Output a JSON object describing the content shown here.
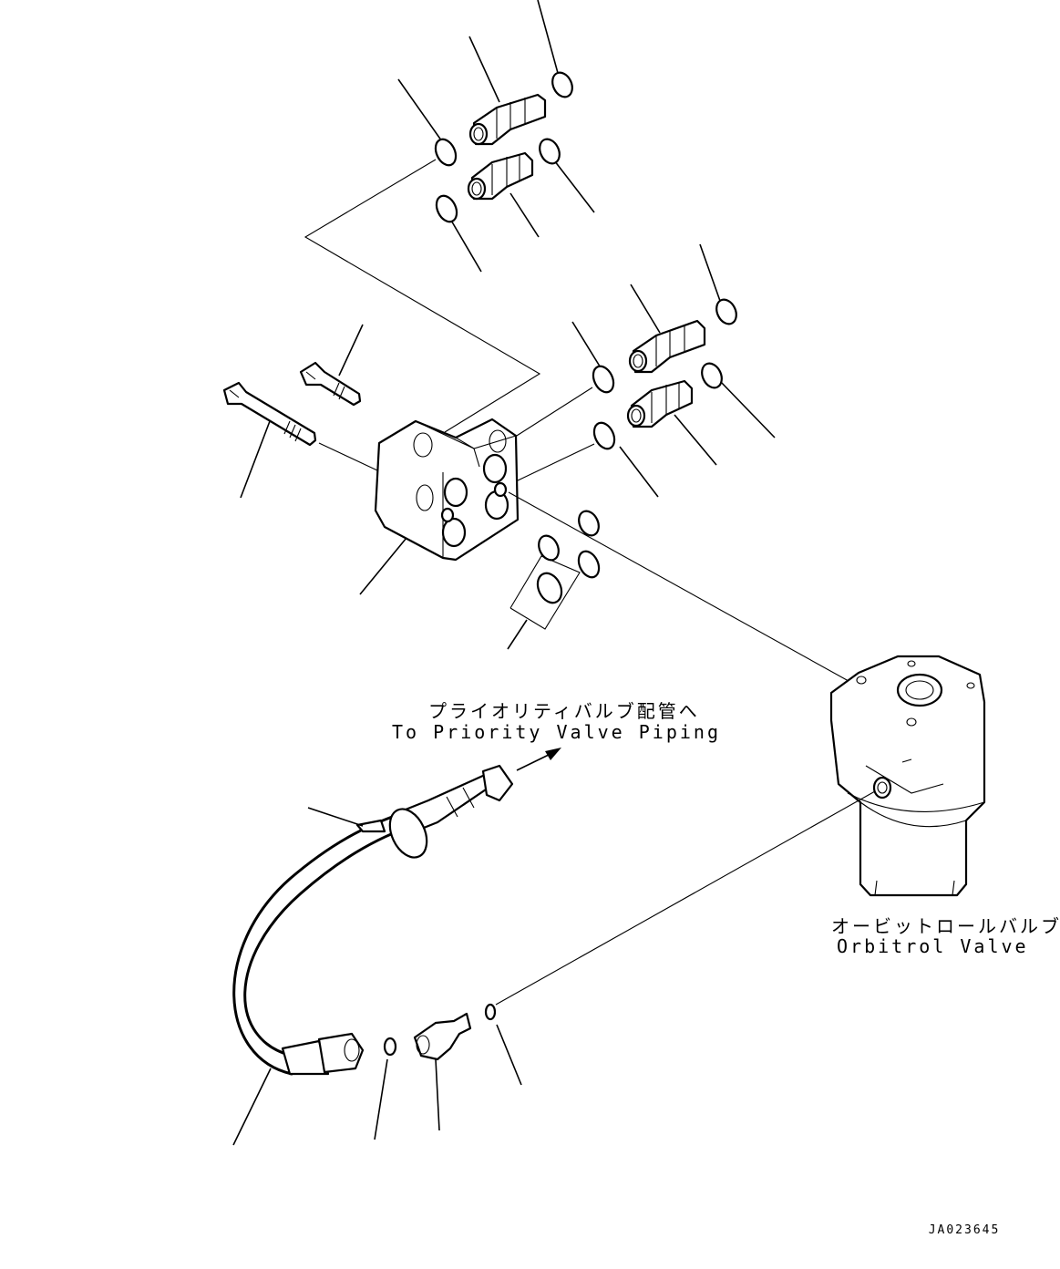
{
  "labels": {
    "priority_jp": "プライオリティバルブ配管へ",
    "priority_en": "To Priority Valve Piping",
    "orbitrol_jp": "オービットロールバルブ",
    "orbitrol_en": "Orbitrol Valve",
    "drawing_ref": "JA023645"
  }
}
